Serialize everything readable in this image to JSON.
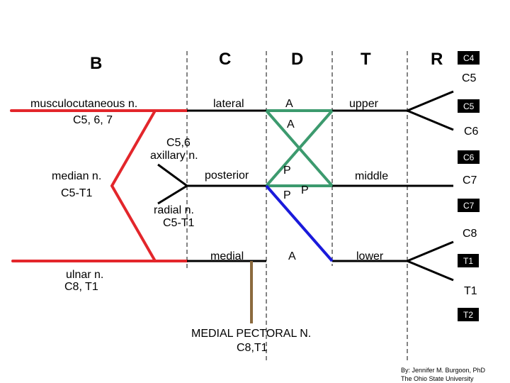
{
  "headers": {
    "b": "B",
    "c": "C",
    "d": "D",
    "t": "T",
    "r": "R"
  },
  "nerves": {
    "musculocutaneous": "musculocutaneous n.",
    "musculocutaneous_roots": "C5, 6, 7",
    "axillary_roots": "C5,6",
    "axillary": "axillary n.",
    "median": "median n.",
    "median_roots": "C5-T1",
    "radial": "radial n.",
    "radial_roots": "C5-T1",
    "ulnar": "ulnar n.",
    "ulnar_roots": "C8, T1",
    "medial_pectoral": "MEDIAL PECTORAL N.",
    "medial_pectoral_roots": "C8,T1"
  },
  "cords": {
    "lateral": "lateral",
    "posterior": "posterior",
    "medial": "medial"
  },
  "divisions": {
    "a1": "A",
    "a2": "A",
    "p1": "P",
    "p2": "P",
    "p3": "P",
    "a3": "A"
  },
  "trunks": {
    "upper": "upper",
    "middle": "middle",
    "lower": "lower"
  },
  "roots": {
    "c4_box": "C4",
    "c5": "C5",
    "c5_box": "C5",
    "c6": "C6",
    "c6_box": "C6",
    "c7": "C7",
    "c7_box": "C7",
    "c8": "C8",
    "t1_box": "T1",
    "t1": "T1",
    "t2_box": "T2"
  },
  "credit": {
    "line1": "By: Jennifer M. Burgoon, PhD",
    "line2": "The Ohio State University"
  },
  "colors": {
    "terminal_nerve": "#e3262b",
    "anterior_division": "#3c9a6e",
    "posterior_division": "#1a1adb",
    "medial_pectoral": "#8b6a3e",
    "line": "#000000",
    "dashed_guide": "#333333"
  }
}
